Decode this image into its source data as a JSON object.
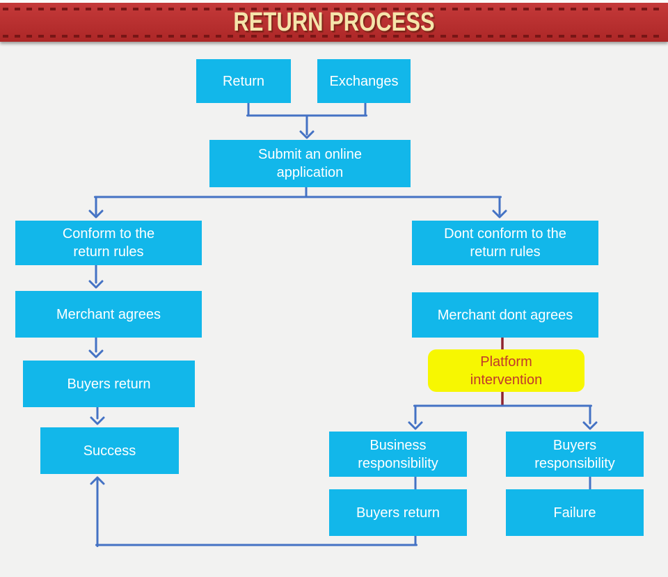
{
  "banner": {
    "title": "RETURN PROCESS"
  },
  "colors": {
    "background": "#f2f2f1",
    "banner_bg": "#c02b2b",
    "banner_dash": "#771616",
    "banner_text": "#f5e5ab",
    "node_fill": "#12b7ea",
    "node_text": "#ffffff",
    "connector": "#4472c4",
    "alert_line": "#8e2430",
    "highlight_fill": "#f7f701",
    "highlight_text": "#c0392b"
  },
  "nodes": {
    "return": {
      "label": "Return"
    },
    "exchanges": {
      "label": "Exchanges"
    },
    "submit": {
      "label": "Submit an online\napplication"
    },
    "conform": {
      "label": "Conform to the\nreturn rules"
    },
    "not_conform": {
      "label": "Dont conform to the\nreturn rules"
    },
    "merchant_agrees": {
      "label": "Merchant agrees"
    },
    "merchant_dont_agrees": {
      "label": "Merchant dont agrees"
    },
    "platform_intervention": {
      "label": "Platform\nintervention"
    },
    "buyers_return_left": {
      "label": "Buyers return"
    },
    "success": {
      "label": "Success"
    },
    "business_responsibility": {
      "label": "Business\nresponsibility"
    },
    "buyers_responsibility": {
      "label": "Buyers\nresponsibility"
    },
    "buyers_return_bottom": {
      "label": "Buyers return"
    },
    "failure": {
      "label": "Failure"
    }
  },
  "edges": [
    {
      "from": "return",
      "to": "submit"
    },
    {
      "from": "exchanges",
      "to": "submit"
    },
    {
      "from": "submit",
      "to": "conform"
    },
    {
      "from": "submit",
      "to": "not_conform"
    },
    {
      "from": "conform",
      "to": "merchant_agrees"
    },
    {
      "from": "merchant_agrees",
      "to": "buyers_return_left"
    },
    {
      "from": "buyers_return_left",
      "to": "success"
    },
    {
      "from": "merchant_dont_agrees",
      "to": "platform_intervention",
      "style": "dark-red"
    },
    {
      "from": "platform_intervention",
      "to": "business_responsibility"
    },
    {
      "from": "platform_intervention",
      "to": "buyers_responsibility"
    },
    {
      "from": "business_responsibility",
      "to": "buyers_return_bottom"
    },
    {
      "from": "buyers_responsibility",
      "to": "failure"
    },
    {
      "from": "buyers_return_bottom",
      "to": "success",
      "style": "feedback-loop"
    }
  ]
}
